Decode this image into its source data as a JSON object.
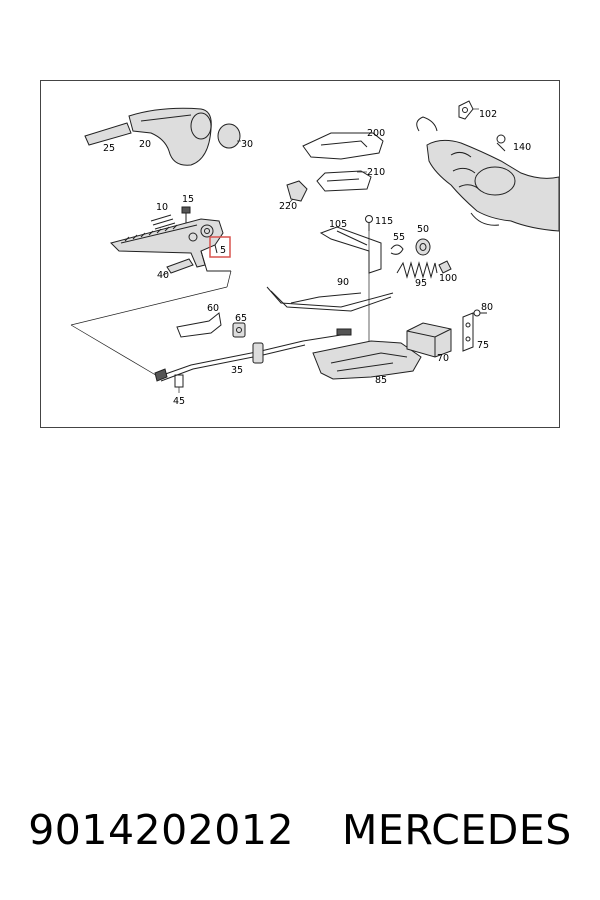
{
  "caption": {
    "part_number": "9014202012",
    "brand": "MERCEDES"
  },
  "diagram": {
    "highlight_color": "#d9534f",
    "labels": {
      "p5": "5",
      "p10": "10",
      "p15": "15",
      "p20": "20",
      "p25": "25",
      "p30": "30",
      "p35": "35",
      "p40": "40",
      "p45": "45",
      "p50": "50",
      "p55": "55",
      "p60": "60",
      "p65": "65",
      "p70": "70",
      "p75": "75",
      "p80": "80",
      "p85": "85",
      "p90": "90",
      "p95": "95",
      "p100": "100",
      "p102": "102",
      "p105": "105",
      "p115": "115",
      "p140": "140",
      "p200": "200",
      "p210": "210",
      "p220": "220"
    }
  }
}
